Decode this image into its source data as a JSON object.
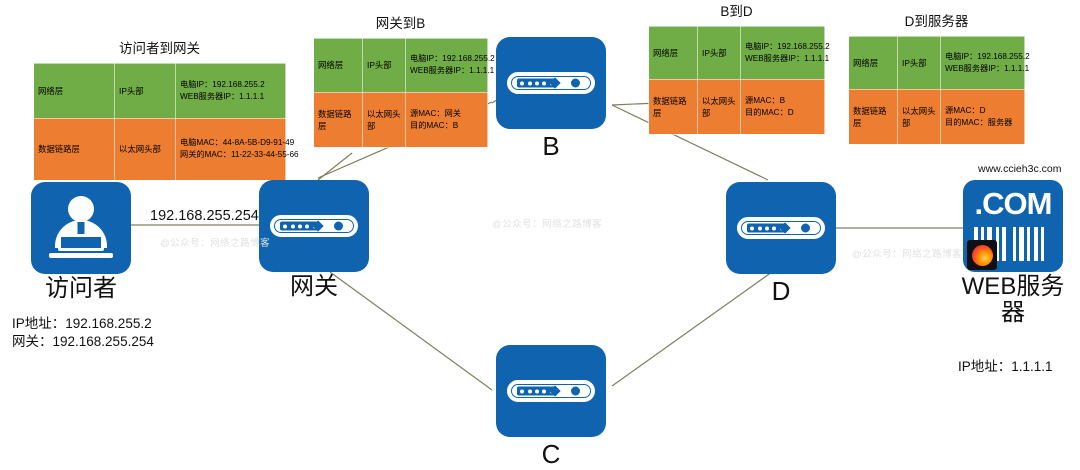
{
  "diagram": {
    "title_implicit": "",
    "colors": {
      "network_layer": "#70AD47",
      "link_layer": "#ED7D31",
      "device_blue": "#1064AF",
      "connector": "#7F7F5F",
      "watermark": "#E2E2E2"
    },
    "packet_tables": [
      {
        "caption": "访问者到网关",
        "rows": [
          {
            "layer": "网络层",
            "header": "IP头部",
            "lines": [
              "电脑IP：192.168.255.2",
              "WEB服务器IP：1.1.1.1"
            ]
          },
          {
            "layer": "数据链路层",
            "header": "以太网头部",
            "lines": [
              "电脑MAC：44-8A-5B-D9-91-49",
              "网关的MAC：11-22-33-44-55-66"
            ]
          }
        ]
      },
      {
        "caption": "网关到B",
        "rows": [
          {
            "layer": "网络层",
            "header": "IP头部",
            "lines": [
              "电脑IP：192.168.255.2",
              "WEB服务器IP：1.1.1.1"
            ]
          },
          {
            "layer": "数据链路层",
            "header": "以太网头部",
            "lines": [
              "源MAC：网关",
              "目的MAC：B"
            ]
          }
        ]
      },
      {
        "caption": "B到D",
        "rows": [
          {
            "layer": "网络层",
            "header": "IP头部",
            "lines": [
              "电脑IP：192.168.255.2",
              "WEB服务器IP：1.1.1.1"
            ]
          },
          {
            "layer": "数据链路层",
            "header": "以太网头部",
            "lines": [
              "源MAC：B",
              "目的MAC：D"
            ]
          }
        ]
      },
      {
        "caption": "D到服务器",
        "rows": [
          {
            "layer": "网络层",
            "header": "IP头部",
            "lines": [
              "电脑IP：192.168.255.2",
              "WEB服务器IP：1.1.1.1"
            ]
          },
          {
            "layer": "数据链路层",
            "header": "以太网头部",
            "lines": [
              "源MAC：D",
              "目的MAC：服务器"
            ]
          }
        ]
      }
    ],
    "nodes": {
      "visitor": {
        "label": "访问者",
        "detail_ip": "IP地址：192.168.255.2",
        "detail_gw": "网关：192.168.255.254",
        "icon": "person-laptop-icon"
      },
      "gateway": {
        "label": "网关",
        "icon": "router-icon"
      },
      "b": {
        "label": "B",
        "icon": "router-icon"
      },
      "c": {
        "label": "C",
        "icon": "router-icon"
      },
      "d": {
        "label": "D",
        "icon": "router-icon"
      },
      "server": {
        "label": "WEB服务器",
        "url": "www.ccieh3c.com",
        "detail_ip": "IP地址：1.1.1.1",
        "icon": "dot-com-barcode-icon",
        "browser_icon": "firefox-icon"
      }
    },
    "link_labels": [
      {
        "text": "192.168.255.254"
      }
    ],
    "watermarks": [
      {
        "text": "@公众号：网络之路博客"
      },
      {
        "text": "@公众号：网络之路博客"
      },
      {
        "text": "@公众号：网络之路博客"
      }
    ]
  }
}
